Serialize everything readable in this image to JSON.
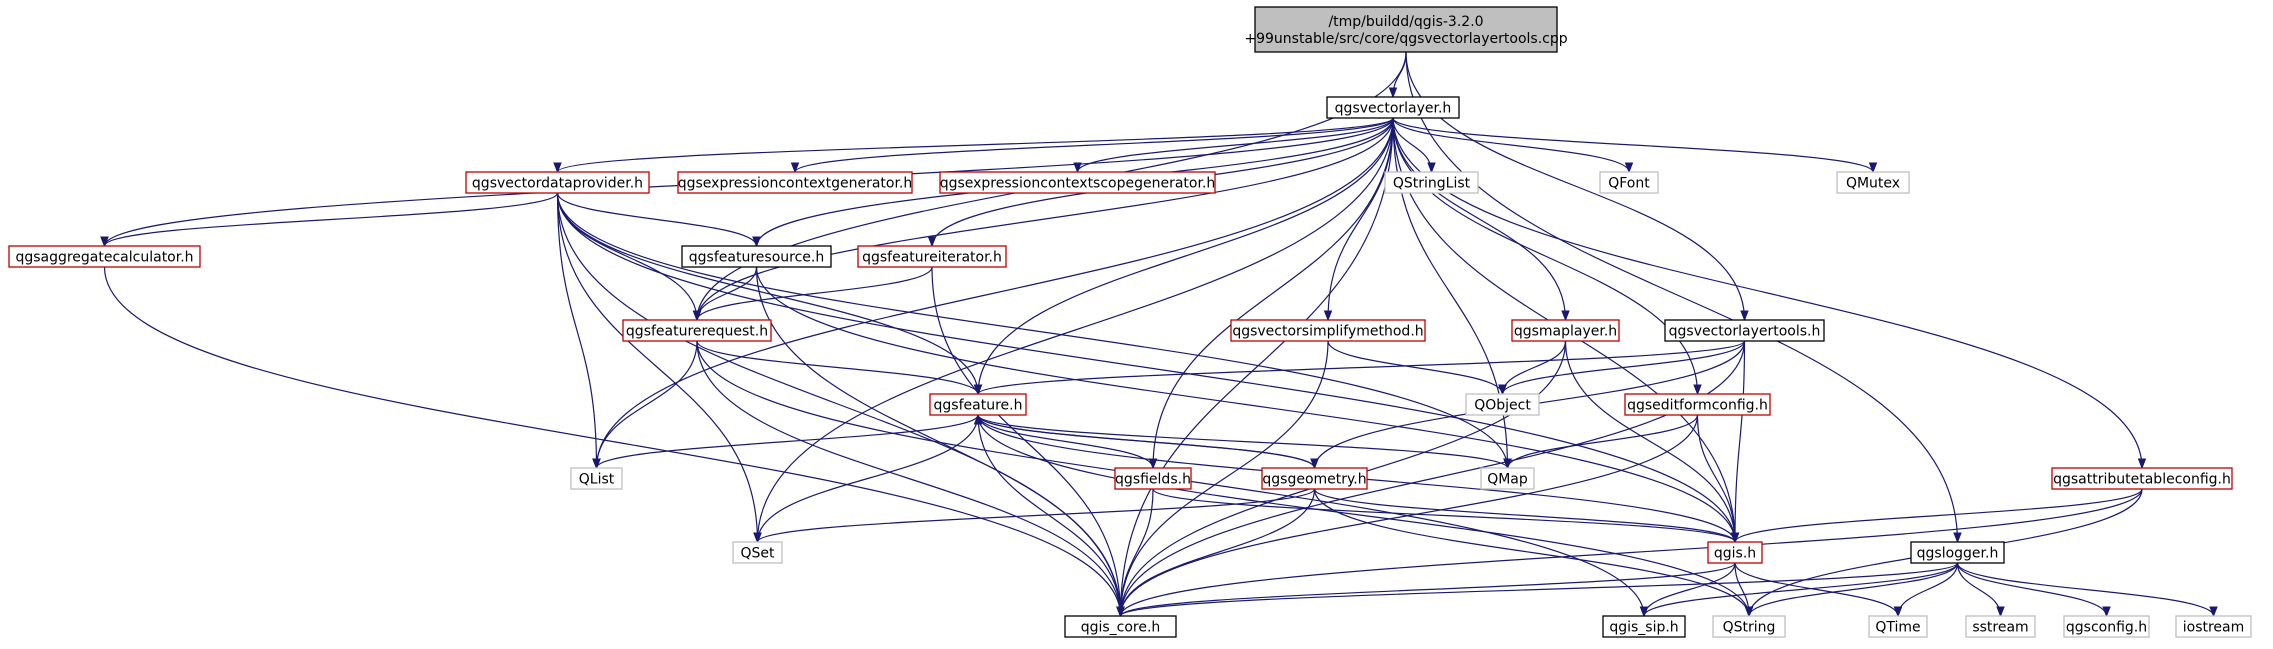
{
  "graph": {
    "nodes": [
      {
        "id": "root",
        "lines": [
          "/tmp/buildd/qgis-3.2.0",
          "+99unstable/src/core/qgsvectorlayertools.cpp"
        ],
        "style": "root"
      },
      {
        "id": "qgsvectorlayer",
        "lines": [
          "qgsvectorlayer.h"
        ],
        "style": "black"
      },
      {
        "id": "qgsvectordataprovider",
        "lines": [
          "qgsvectordataprovider.h"
        ],
        "style": "red"
      },
      {
        "id": "qgsexpressioncontextgenerator",
        "lines": [
          "qgsexpressioncontextgenerator.h"
        ],
        "style": "red"
      },
      {
        "id": "qgsexpressioncontextscopegenerator",
        "lines": [
          "qgsexpressioncontextscopegenerator.h"
        ],
        "style": "red"
      },
      {
        "id": "QStringList",
        "lines": [
          "QStringList"
        ],
        "style": "gray"
      },
      {
        "id": "QFont",
        "lines": [
          "QFont"
        ],
        "style": "gray"
      },
      {
        "id": "QMutex",
        "lines": [
          "QMutex"
        ],
        "style": "gray"
      },
      {
        "id": "qgsaggregatecalculator",
        "lines": [
          "qgsaggregatecalculator.h"
        ],
        "style": "red"
      },
      {
        "id": "qgsfeaturesource",
        "lines": [
          "qgsfeaturesource.h"
        ],
        "style": "black"
      },
      {
        "id": "qgsfeatureiterator",
        "lines": [
          "qgsfeatureiterator.h"
        ],
        "style": "red"
      },
      {
        "id": "qgsfeaturerequest",
        "lines": [
          "qgsfeaturerequest.h"
        ],
        "style": "red"
      },
      {
        "id": "qgsvectorsimplifymethod",
        "lines": [
          "qgsvectorsimplifymethod.h"
        ],
        "style": "red"
      },
      {
        "id": "qgsmaplayer",
        "lines": [
          "qgsmaplayer.h"
        ],
        "style": "red"
      },
      {
        "id": "qgsvectorlayertools",
        "lines": [
          "qgsvectorlayertools.h"
        ],
        "style": "black"
      },
      {
        "id": "qgsfeature",
        "lines": [
          "qgsfeature.h"
        ],
        "style": "red"
      },
      {
        "id": "QObject",
        "lines": [
          "QObject"
        ],
        "style": "gray"
      },
      {
        "id": "qgseditformconfig",
        "lines": [
          "qgseditformconfig.h"
        ],
        "style": "red"
      },
      {
        "id": "QList",
        "lines": [
          "QList"
        ],
        "style": "gray"
      },
      {
        "id": "qgsfields",
        "lines": [
          "qgsfields.h"
        ],
        "style": "red"
      },
      {
        "id": "qgsgeometry",
        "lines": [
          "qgsgeometry.h"
        ],
        "style": "red"
      },
      {
        "id": "QMap",
        "lines": [
          "QMap"
        ],
        "style": "gray"
      },
      {
        "id": "qgsattributetableconfig",
        "lines": [
          "qgsattributetableconfig.h"
        ],
        "style": "red"
      },
      {
        "id": "QSet",
        "lines": [
          "QSet"
        ],
        "style": "gray"
      },
      {
        "id": "qgis",
        "lines": [
          "qgis.h"
        ],
        "style": "red"
      },
      {
        "id": "qgslogger",
        "lines": [
          "qgslogger.h"
        ],
        "style": "black"
      },
      {
        "id": "qgis_core",
        "lines": [
          "qgis_core.h"
        ],
        "style": "black"
      },
      {
        "id": "qgis_sip",
        "lines": [
          "qgis_sip.h"
        ],
        "style": "black"
      },
      {
        "id": "QString",
        "lines": [
          "QString"
        ],
        "style": "gray"
      },
      {
        "id": "QTime",
        "lines": [
          "QTime"
        ],
        "style": "gray"
      },
      {
        "id": "sstream",
        "lines": [
          "sstream"
        ],
        "style": "gray"
      },
      {
        "id": "qgsconfig",
        "lines": [
          "qgsconfig.h"
        ],
        "style": "gray"
      },
      {
        "id": "iostream",
        "lines": [
          "iostream"
        ],
        "style": "gray"
      }
    ],
    "edges": [
      [
        "root",
        "qgsvectorlayer"
      ],
      [
        "root",
        "qgsvectorlayertools"
      ],
      [
        "root",
        "qgslogger"
      ],
      [
        "root",
        "qgsfeaturerequest"
      ],
      [
        "qgsvectorlayer",
        "qgsvectordataprovider"
      ],
      [
        "qgsvectorlayer",
        "qgsexpressioncontextgenerator"
      ],
      [
        "qgsvectorlayer",
        "qgsexpressioncontextscopegenerator"
      ],
      [
        "qgsvectorlayer",
        "QStringList"
      ],
      [
        "qgsvectorlayer",
        "QFont"
      ],
      [
        "qgsvectorlayer",
        "QMutex"
      ],
      [
        "qgsvectorlayer",
        "qgsaggregatecalculator"
      ],
      [
        "qgsvectorlayer",
        "qgsfeaturesource"
      ],
      [
        "qgsvectorlayer",
        "qgsfeatureiterator"
      ],
      [
        "qgsvectorlayer",
        "qgsfeaturerequest"
      ],
      [
        "qgsvectorlayer",
        "qgsvectorsimplifymethod"
      ],
      [
        "qgsvectorlayer",
        "qgsmaplayer"
      ],
      [
        "qgsvectorlayer",
        "qgseditformconfig"
      ],
      [
        "qgsvectorlayer",
        "qgsattributetableconfig"
      ],
      [
        "qgsvectorlayer",
        "qgsfeature"
      ],
      [
        "qgsvectorlayer",
        "qgsfields"
      ],
      [
        "qgsvectorlayer",
        "QMap"
      ],
      [
        "qgsvectorlayer",
        "QList"
      ],
      [
        "qgsvectorlayer",
        "QSet"
      ],
      [
        "qgsvectorlayer",
        "qgis"
      ],
      [
        "qgsvectorlayer",
        "qgis_core"
      ],
      [
        "qgsvectordataprovider",
        "qgsaggregatecalculator"
      ],
      [
        "qgsvectordataprovider",
        "qgsfeaturesource"
      ],
      [
        "qgsvectordataprovider",
        "qgsfeaturerequest"
      ],
      [
        "qgsvectordataprovider",
        "qgsfeature"
      ],
      [
        "qgsvectordataprovider",
        "QList"
      ],
      [
        "qgsvectordataprovider",
        "QSet"
      ],
      [
        "qgsvectordataprovider",
        "QMap"
      ],
      [
        "qgsvectordataprovider",
        "qgis"
      ],
      [
        "qgsvectordataprovider",
        "qgis_core"
      ],
      [
        "qgsaggregatecalculator",
        "qgis_core"
      ],
      [
        "qgsfeaturesource",
        "qgsfeaturerequest"
      ],
      [
        "qgsfeaturesource",
        "qgis"
      ],
      [
        "qgsfeaturesource",
        "qgis_core"
      ],
      [
        "qgsfeatureiterator",
        "qgsfeaturerequest"
      ],
      [
        "qgsfeatureiterator",
        "qgis_core"
      ],
      [
        "qgsfeaturerequest",
        "qgsfeature"
      ],
      [
        "qgsfeaturerequest",
        "QList"
      ],
      [
        "qgsfeaturerequest",
        "qgis_sip"
      ],
      [
        "qgsfeaturerequest",
        "qgis_core"
      ],
      [
        "qgsvectorsimplifymethod",
        "QObject"
      ],
      [
        "qgsvectorsimplifymethod",
        "qgis_core"
      ],
      [
        "qgsmaplayer",
        "QObject"
      ],
      [
        "qgsmaplayer",
        "qgis"
      ],
      [
        "qgsmaplayer",
        "qgis_core"
      ],
      [
        "qgsvectorlayertools",
        "qgsfeature"
      ],
      [
        "qgsvectorlayertools",
        "QObject"
      ],
      [
        "qgsvectorlayertools",
        "qgsgeometry"
      ],
      [
        "qgsvectorlayertools",
        "qgis"
      ],
      [
        "qgsvectorlayertools",
        "qgis_core"
      ],
      [
        "qgsfeature",
        "QList"
      ],
      [
        "qgsfeature",
        "qgsfields"
      ],
      [
        "qgsfeature",
        "qgsgeometry"
      ],
      [
        "qgsfeature",
        "QMap"
      ],
      [
        "qgsfeature",
        "QSet"
      ],
      [
        "qgsfeature",
        "qgis"
      ],
      [
        "qgsfeature",
        "qgis_core"
      ],
      [
        "qgsfeature",
        "QString"
      ],
      [
        "qgsgeometry",
        "qgsfeature"
      ],
      [
        "qgsgeometry",
        "QSet"
      ],
      [
        "qgsgeometry",
        "qgis"
      ],
      [
        "qgsgeometry",
        "qgis_core"
      ],
      [
        "qgsgeometry",
        "QString"
      ],
      [
        "qgsfields",
        "qgis"
      ],
      [
        "qgsfields",
        "qgis_core"
      ],
      [
        "qgseditformconfig",
        "QMap"
      ],
      [
        "qgseditformconfig",
        "qgis"
      ],
      [
        "qgseditformconfig",
        "qgis_core"
      ],
      [
        "qgsattributetableconfig",
        "qgis"
      ],
      [
        "qgsattributetableconfig",
        "qgis_core"
      ],
      [
        "qgsattributetableconfig",
        "QString"
      ],
      [
        "qgis",
        "qgis_core"
      ],
      [
        "qgis",
        "qgis_sip"
      ],
      [
        "qgis",
        "QString"
      ],
      [
        "qgis",
        "QTime"
      ],
      [
        "qgslogger",
        "qgis_core"
      ],
      [
        "qgslogger",
        "qgis_sip"
      ],
      [
        "qgslogger",
        "QString"
      ],
      [
        "qgslogger",
        "QTime"
      ],
      [
        "qgslogger",
        "sstream"
      ],
      [
        "qgslogger",
        "qgsconfig"
      ],
      [
        "qgslogger",
        "iostream"
      ]
    ]
  }
}
